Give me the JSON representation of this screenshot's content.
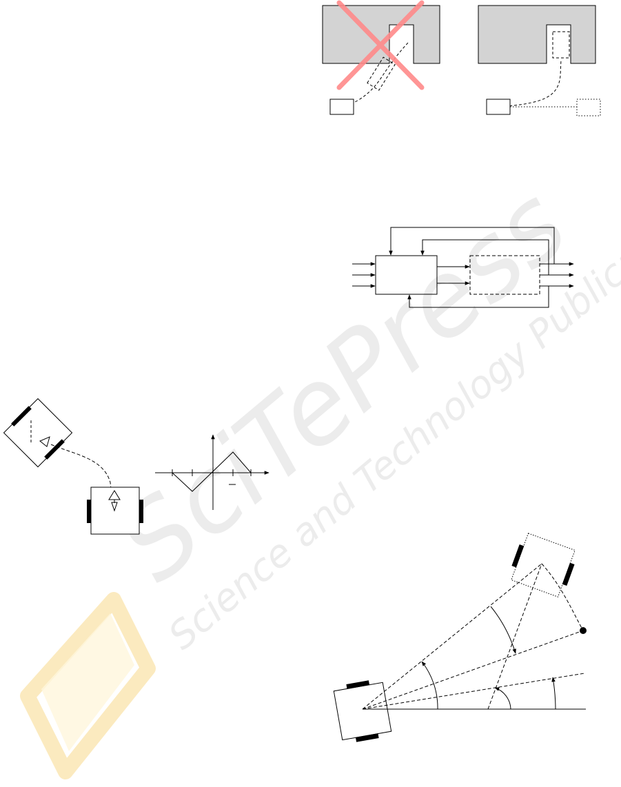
{
  "watermark": {
    "line1": "SciTePress",
    "line2": "Science and Technology Publications",
    "text_color": "#e9e9e9",
    "logo_color": "#f5cf6a"
  },
  "colors": {
    "stroke": "#000000",
    "obstacle_fill": "#d3d3d3",
    "cross": "#ff8a8a",
    "wheel": "#000000"
  },
  "figures": [
    {
      "name": "parking-failed-panel",
      "elements": [
        "obstacle",
        "dashed-robot-path",
        "cross-mark"
      ]
    },
    {
      "name": "parking-success-panel",
      "elements": [
        "obstacle",
        "dashed-robot-path",
        "dotted-target"
      ]
    },
    {
      "name": "control-block-diagram",
      "inputs": 3,
      "outputs": 3
    },
    {
      "name": "robot-following-path",
      "robots": 2
    },
    {
      "name": "piecewise-linear-function"
    },
    {
      "name": "robot-angle-geometry",
      "robots": 2,
      "target_point": 1
    }
  ]
}
